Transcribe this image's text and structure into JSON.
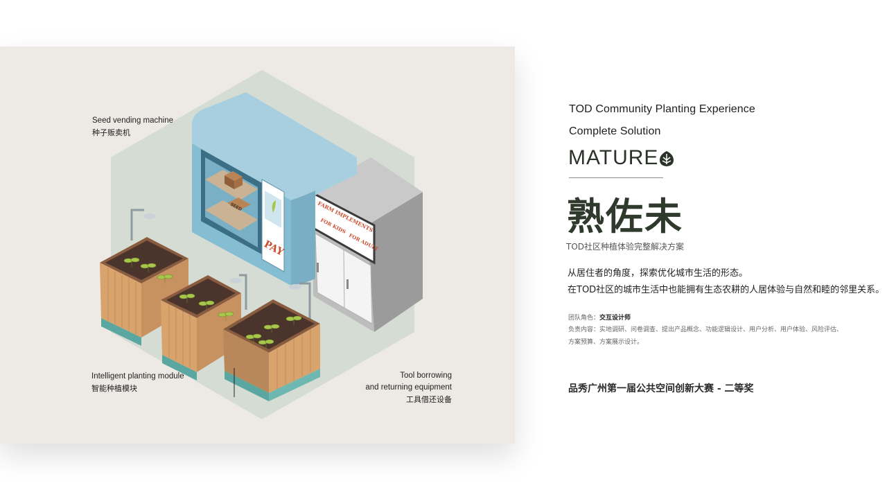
{
  "labels": {
    "seed_en": "Seed vending machine",
    "seed_zh": "种子贩卖机",
    "module_en": "Intelligent planting module",
    "module_zh": "智能种植模块",
    "tool_en_1": "Tool borrowing",
    "tool_en_2": "and returning equipment",
    "tool_zh": "工具借还设备"
  },
  "illustration": {
    "seed_tag": "SEED",
    "pay": "PAY",
    "sign_title": "FARM IMPLEMENTS",
    "sign_kids": "FOR KIDS",
    "sign_adult": "FOR ADULT"
  },
  "header": {
    "title_line1": "TOD Community Planting Experience",
    "title_line2": "Complete Solution",
    "brand_en": "MATURE",
    "brand_zh": "熟佐未",
    "subtitle_zh": "TOD社区种植体验完整解决方案"
  },
  "description": {
    "line1": "从居住者的角度，探索优化城市生活的形态。",
    "line2": "在TOD社区的城市生活中也能拥有生态农耕的人居体验与自然和睦的邻里关系。"
  },
  "meta": {
    "role_label": "团队角色：",
    "role_value": "交互设计师",
    "duty_label": "负责内容：",
    "duty_value": "实地调研、问卷调查、提出产品概念、功能逻辑设计、用户分析、用户体验、风险评估、",
    "duty_value_2": "方案预算、方案展示设计。"
  },
  "award": "品秀广州第一届公共空间创新大赛 - 二等奖",
  "colors": {
    "panel_bg": "#ede9e4",
    "hexagon": "#d5dcd3",
    "machine_blue": "#84bdd3",
    "machine_top": "#a7cfe0",
    "cabinet_gray": "#a9a9a9",
    "wood": "#d8a36c",
    "soil": "#4a342b",
    "sprout": "#a8c64b",
    "pay_red": "#c94b2c"
  }
}
